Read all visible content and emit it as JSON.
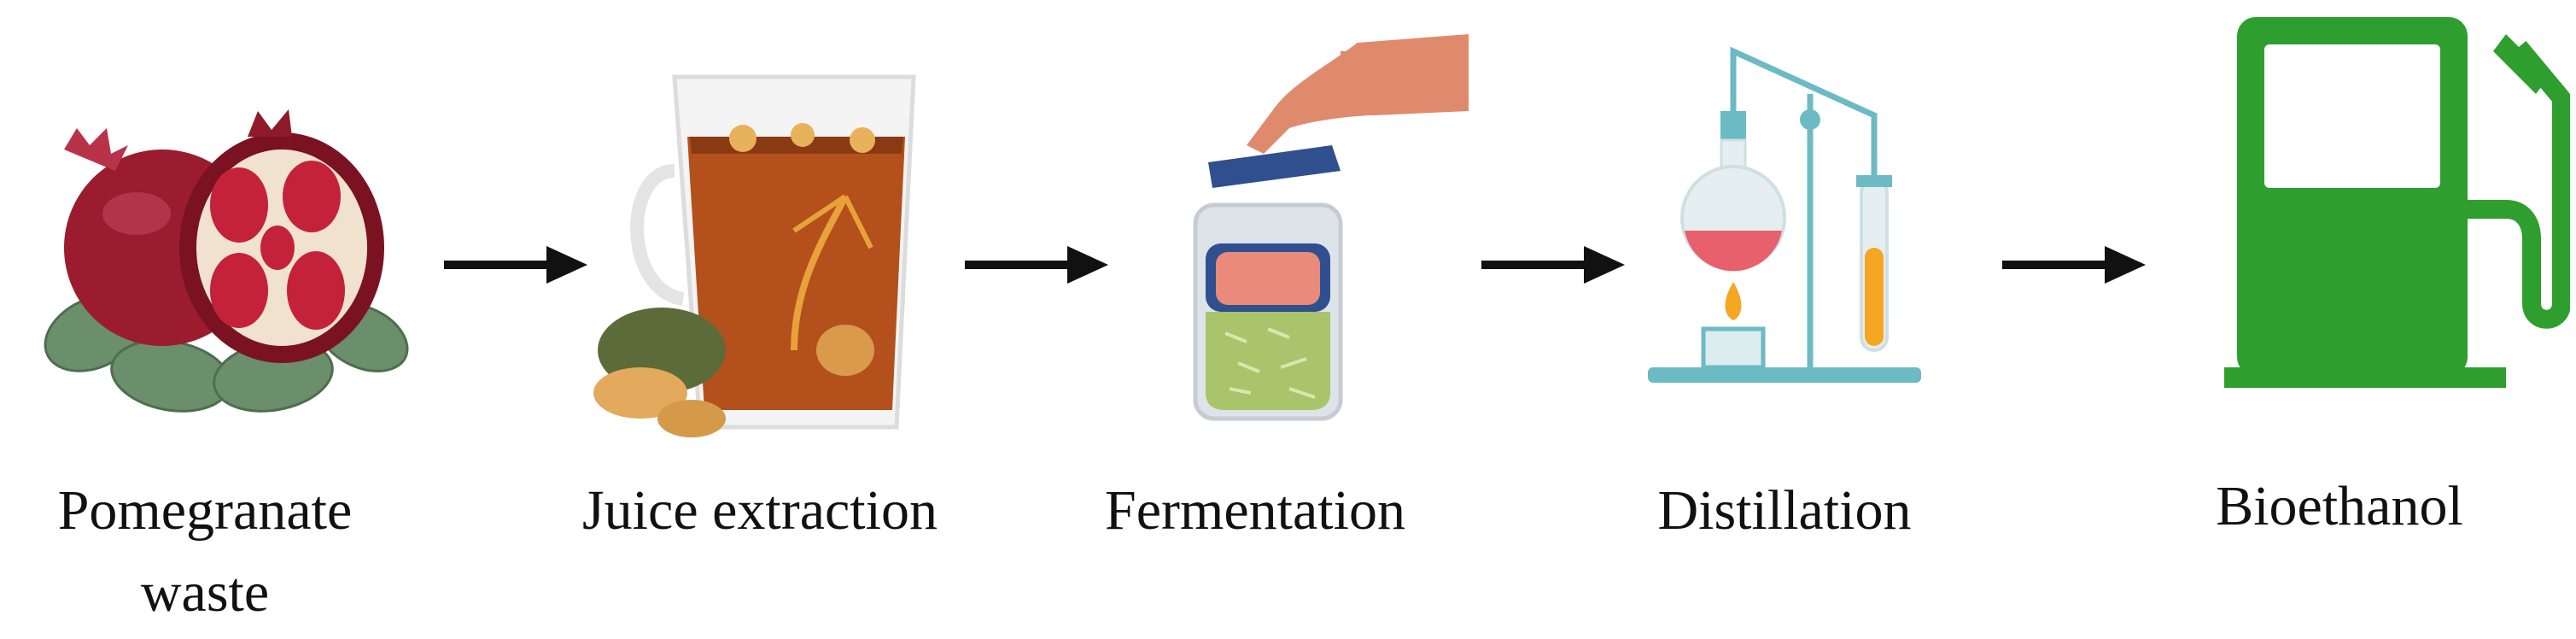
{
  "steps": [
    {
      "label": "Pomegranate",
      "label_line2": "waste",
      "icon": "pomegranate-icon"
    },
    {
      "label": "Juice extraction",
      "icon": "juice-glass-icon"
    },
    {
      "label": "Fermentation",
      "icon": "fermentation-jar-icon"
    },
    {
      "label": "Distillation",
      "icon": "distillation-apparatus-icon"
    },
    {
      "label": "Bioethanol",
      "icon": "fuel-pump-icon"
    }
  ],
  "arrows": [
    "arrow-right-icon",
    "arrow-right-icon",
    "arrow-right-icon",
    "arrow-right-icon"
  ],
  "colors": {
    "pomegranate": "#9b1c2e",
    "pomegranate_flesh": "#c4213a",
    "leaf": "#6a8f6a",
    "juice": "#b3501c",
    "jar_contents": "#a9c46a",
    "jar_lid": "#2f4f8f",
    "hand": "#e08a6d",
    "lab_frame": "#6cbac4",
    "flask_liquid": "#e8606c",
    "tube_liquid": "#f5a623",
    "fuel_pump": "#2e9e2e",
    "arrow": "#111111"
  }
}
